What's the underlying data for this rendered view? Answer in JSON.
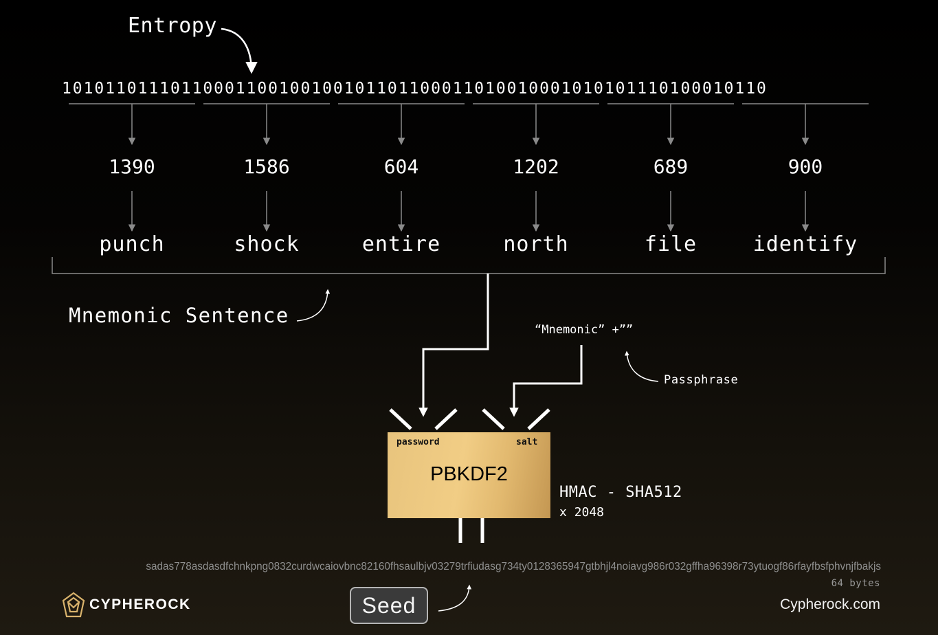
{
  "entropy_label": "Entropy",
  "entropy_bits": "10101101110110001100100100101101100011010010001010101110100010110",
  "groups": [
    {
      "index": "1390",
      "word": "punch"
    },
    {
      "index": "1586",
      "word": "shock"
    },
    {
      "index": "604",
      "word": "entire"
    },
    {
      "index": "1202",
      "word": "north"
    },
    {
      "index": "689",
      "word": "file"
    },
    {
      "index": "900",
      "word": "identify"
    }
  ],
  "mnemonic_label": "Mnemonic Sentence",
  "salt_input": "“Mnemonic” +””",
  "passphrase_label": "Passphrase",
  "pbkdf2": {
    "title": "PBKDF2",
    "password_label": "password",
    "salt_label": "salt",
    "function": "HMAC - SHA512",
    "iterations": "x 2048",
    "color": "#ebc57e"
  },
  "seed": {
    "hex": "sadas778asdasdfchnkpng0832curdwcaiovbnc82160fhsaulbjv03279trfiudasg734ty0128365947gtbhjl4noiavg986r032gffha96398r73ytuogf86rfayfbsfphvnjfbakjs",
    "size": "64 bytes",
    "label": "Seed"
  },
  "footer": {
    "brand": "CYPHEROCK",
    "site": "Cypherock.com",
    "logo_color": "#d9b36c"
  }
}
